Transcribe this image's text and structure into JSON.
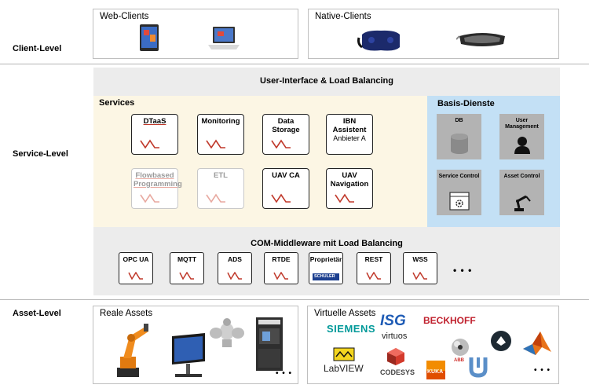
{
  "levels": {
    "client": "Client-Level",
    "service": "Service-Level",
    "asset": "Asset-Level"
  },
  "client": {
    "web_title": "Web-Clients",
    "native_title": "Native-Clients"
  },
  "service": {
    "ui_lb_title": "User-Interface & Load Balancing",
    "services_title": "Services",
    "basis_title": "Basis-Dienste",
    "middleware_title": "COM-Middleware mit Load Balancing",
    "items": [
      {
        "label": "DTaaS",
        "sub": ""
      },
      {
        "label": "Monitoring",
        "sub": ""
      },
      {
        "label": "Data Storage",
        "sub": ""
      },
      {
        "label": "IBN Assistent",
        "sub": "Anbieter A"
      },
      {
        "label": "Flowbased Programming",
        "sub": ""
      },
      {
        "label": "ETL",
        "sub": ""
      },
      {
        "label": "UAV CA",
        "sub": ""
      },
      {
        "label": "UAV Navigation",
        "sub": ""
      }
    ],
    "basis": [
      "DB",
      "User Management",
      "Service Control",
      "Asset Control"
    ],
    "middleware": [
      "OPC UA",
      "MQTT",
      "ADS",
      "RTDE",
      "Proprietär",
      "REST",
      "WSS"
    ],
    "middleware_more": "• • •",
    "schuler_logo": "SCHULER"
  },
  "asset": {
    "real_title": "Reale Assets",
    "virtual_title": "Virtuelle Assets",
    "real_more": "• • •",
    "virtual_more": "• • •",
    "logos": {
      "siemens": "SIEMENS",
      "isg": "ISG",
      "virtuos": "virtuos",
      "beckhoff": "BECKHOFF",
      "labview": "LabVIEW",
      "codesys": "CODESYS",
      "kuka": "KUKA",
      "abb": "ABB"
    }
  },
  "colors": {
    "accent_red": "#c0392b",
    "services_bg": "#fcf6e4",
    "basis_bg": "#c3e0f5",
    "panel_grey": "#ececec"
  }
}
